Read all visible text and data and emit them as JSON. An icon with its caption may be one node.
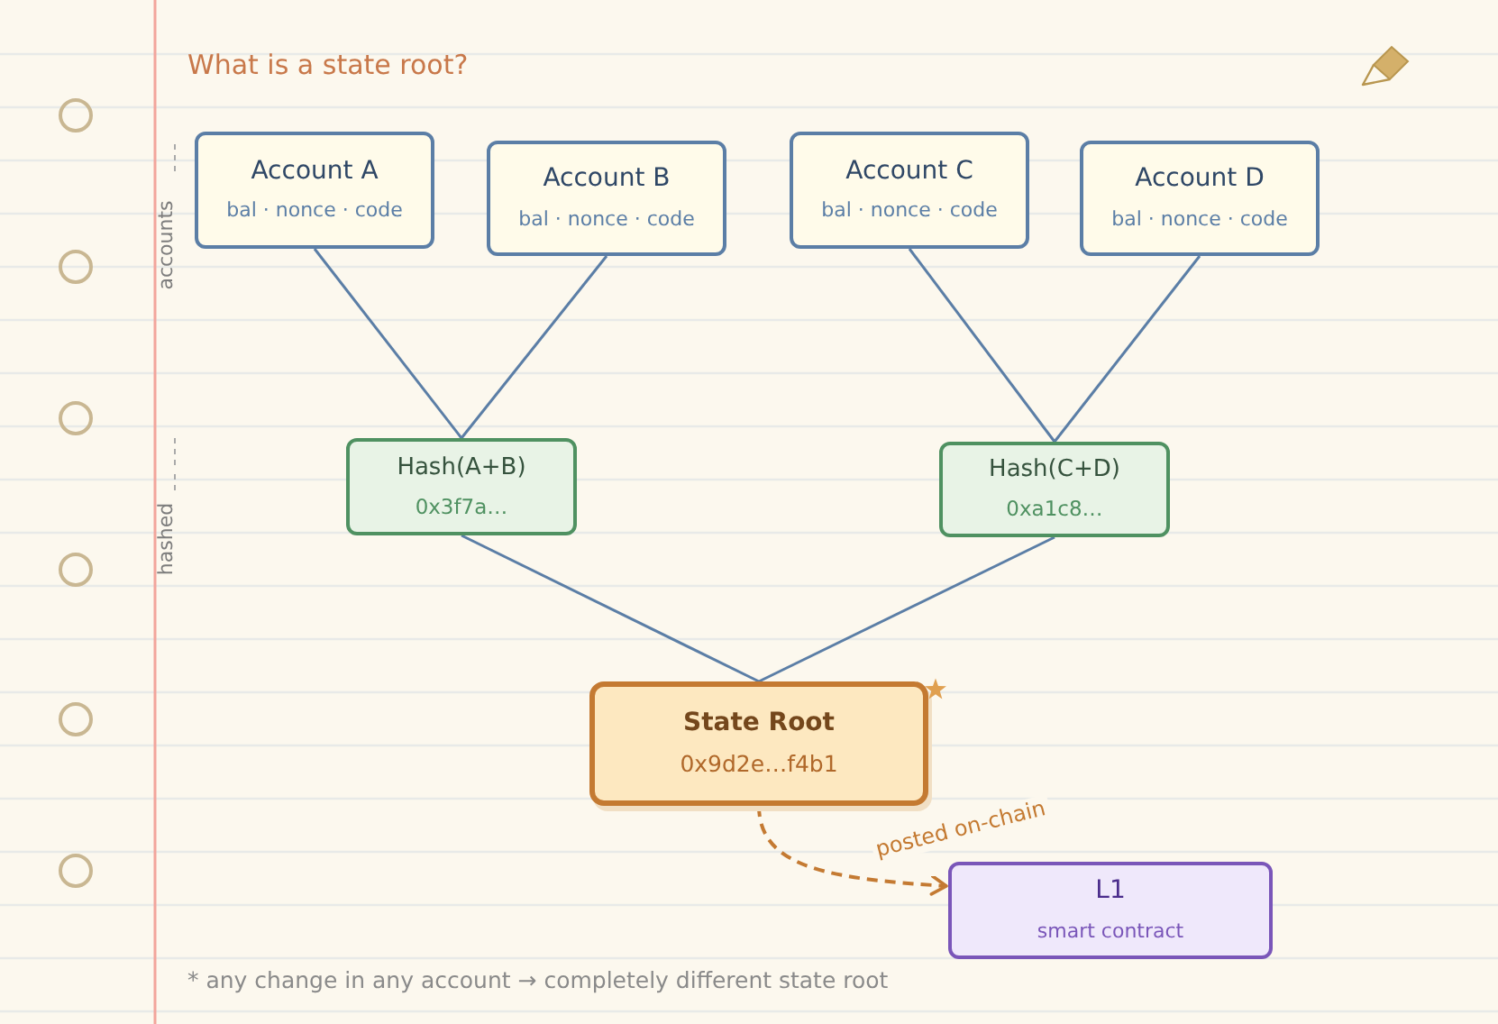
{
  "diagram": {
    "title": "What is a state root?",
    "nodes": [
      {
        "text": [
          "Account A",
          "bal · nonce · code"
        ]
      },
      {
        "text": [
          "Account B",
          "bal · nonce · code"
        ]
      },
      {
        "text": [
          "Account C",
          "bal · nonce · code"
        ]
      },
      {
        "text": [
          "Account D",
          "bal · nonce · code"
        ]
      },
      {
        "text": [
          "Hash(A+B)",
          "0x3f7a…"
        ]
      },
      {
        "text": [
          "Hash(C+D)",
          "0xa1c8…"
        ]
      },
      {
        "text": [
          "State Root",
          "0x9d2e…f4b1"
        ]
      },
      {
        "text": [
          "L1",
          "smart contract"
        ]
      }
    ],
    "edges": [
      {
        "from": 0,
        "to": 4,
        "arrow": "none"
      },
      {
        "from": 1,
        "to": 4,
        "arrow": "none"
      },
      {
        "from": 2,
        "to": 5,
        "arrow": "none"
      },
      {
        "from": 3,
        "to": 5,
        "arrow": "none"
      },
      {
        "from": 4,
        "to": 6,
        "arrow": "none"
      },
      {
        "from": 5,
        "to": 6,
        "arrow": "none"
      },
      {
        "from": 6,
        "to": 7,
        "arrow": "to",
        "label": "posted on-chain",
        "style": "dashed",
        "color": "#c47a32"
      }
    ],
    "labels": [
      "accounts",
      "hashed",
      "* any change in any account → completely different state root"
    ]
  }
}
